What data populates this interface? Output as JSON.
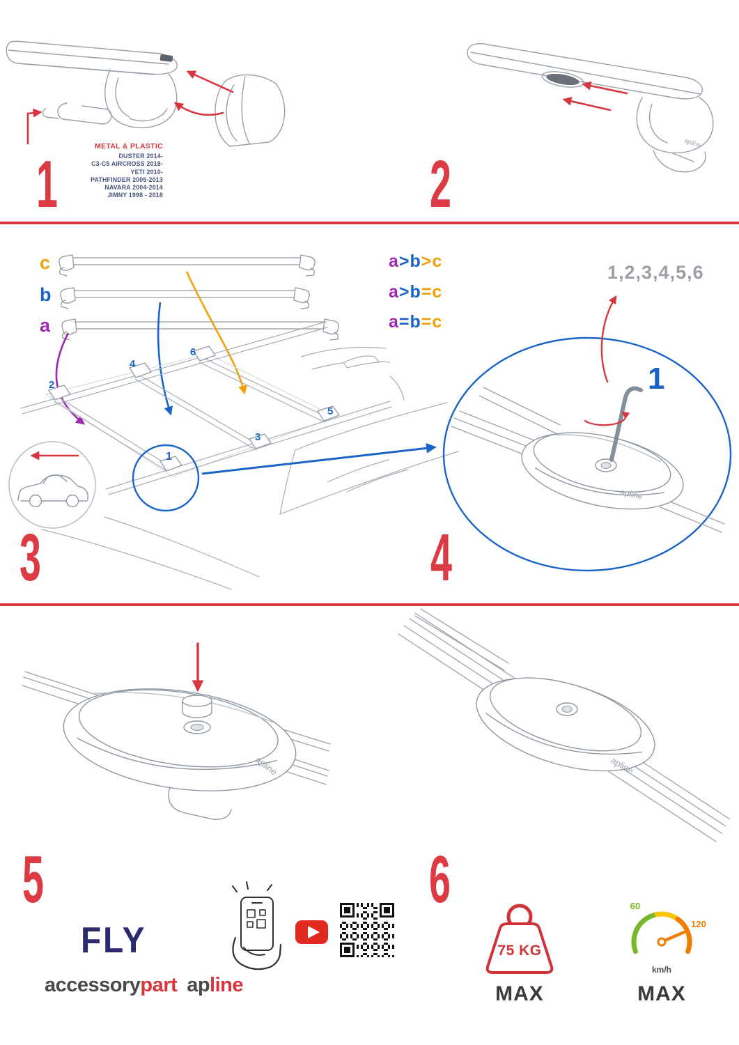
{
  "accent": {
    "red": "#d8363e",
    "blue": "#1a63c8",
    "purple": "#9d28b0",
    "orange": "#f2a007",
    "navy": "#2c2a6e"
  },
  "steps": {
    "s1": "1",
    "s2": "2",
    "s3": "3",
    "s4": "4",
    "s5": "5",
    "s6": "6"
  },
  "panel1": {
    "material_label": "METAL & PLASTIC",
    "models": [
      "DUSTER 2014-",
      "C3-C5 AIRCROSS 2018-",
      "YETI 2010-",
      "PATHFINDER 2005-2013",
      "NAVARA 2004-2014",
      "JIMNY 1998 - 2018"
    ]
  },
  "panel3": {
    "bar_labels": {
      "a": "a",
      "b": "b",
      "c": "c"
    },
    "legend_rows": [
      [
        "a",
        ">",
        "b",
        ">",
        "c"
      ],
      [
        "a",
        ">",
        "b",
        "=",
        "c"
      ],
      [
        "a",
        "=",
        "b",
        "=",
        "c"
      ]
    ],
    "position_markers": {
      "p1": "1",
      "p2": "2",
      "p3": "3",
      "p4": "4",
      "p5": "5",
      "p6": "6"
    }
  },
  "panel4": {
    "tighten_sequence": "1,2,3,4,5,6",
    "first_position": "1"
  },
  "product": {
    "brand_small": "apline"
  },
  "footer": {
    "logo": "FLY",
    "brand_accessory": "accessory",
    "brand_part": "part",
    "brand_ap": "ap",
    "brand_line": "line",
    "weight_limit": "75 KG",
    "weight_max": "MAX",
    "speed_low": "60",
    "speed_high": "120",
    "speed_unit": "km/h",
    "speed_max": "MAX"
  }
}
